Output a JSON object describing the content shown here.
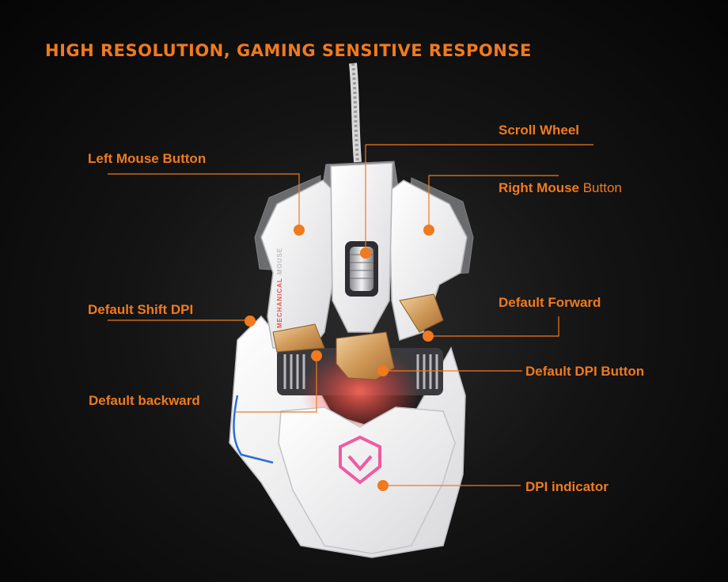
{
  "title": "HIGH RESOLUTION, GAMING SENSITIVE RESPONSE",
  "accent_color": "#f07a1e",
  "mouse_side_text": [
    "MECHANICAL",
    "MOUSE"
  ],
  "labels": {
    "left_mouse_button": "Left Mouse Button",
    "scroll_wheel": "Scroll Wheel",
    "right_mouse_button_bold": "Right Mouse",
    "right_mouse_button_plain": " Button",
    "default_shift_dpi": "Default Shift DPI",
    "default_forward": "Default Forward",
    "default_dpi_button": "Default DPI Button",
    "default_backward": "Default backward",
    "dpi_indicator": "DPI indicator"
  }
}
